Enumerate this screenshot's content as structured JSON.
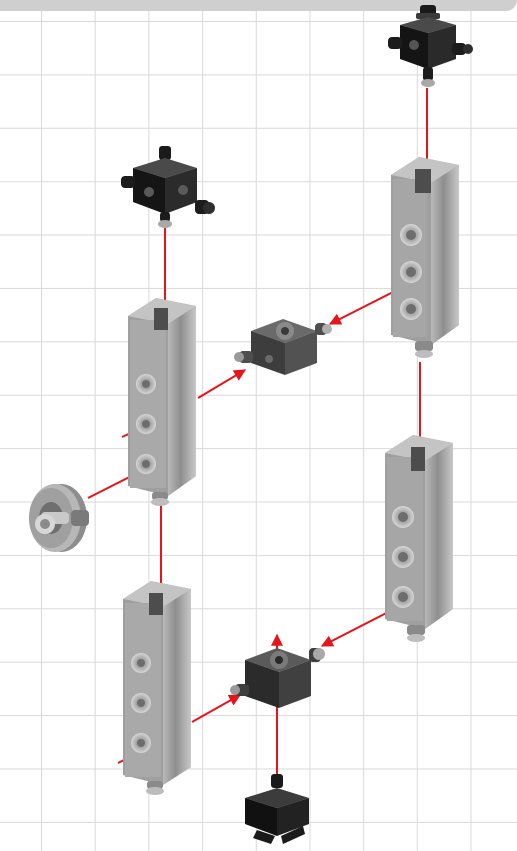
{
  "diagram": {
    "kind": "assembly-instruction",
    "colors": {
      "arrow": "#e8141b",
      "grid": "#d9d9d9",
      "beam": "#9a9a9a",
      "cube_dark": "#222222",
      "connector_gray": "#4a4a4a",
      "pulley": "#a9a9a9"
    },
    "parts": [
      "black-cube-connector",
      "black-cube-connector",
      "gray-cube-connector",
      "gray-cube-connector",
      "gray-beam",
      "gray-beam",
      "gray-beam",
      "gray-beam",
      "pulley-wheel",
      "black-corner-connector"
    ]
  }
}
